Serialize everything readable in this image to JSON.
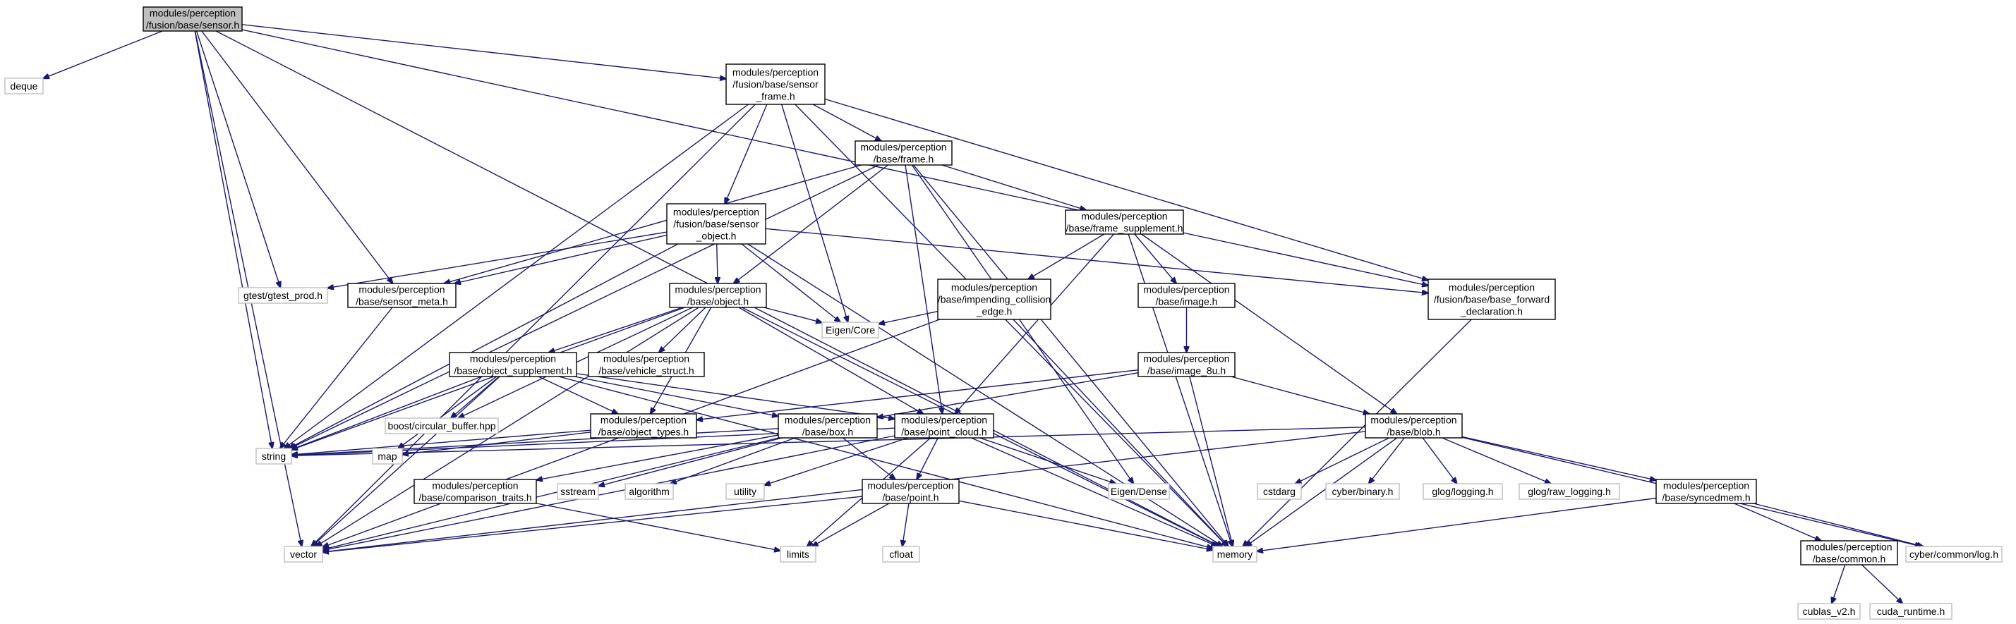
{
  "nodes": {
    "sensor_h": [
      "modules/perception",
      "/fusion/base/sensor.h"
    ],
    "deque": [
      "deque"
    ],
    "sensor_frame_h": [
      "modules/perception",
      "/fusion/base/sensor",
      "_frame.h"
    ],
    "frame_h": [
      "modules/perception",
      "/base/frame.h"
    ],
    "sensor_object_h": [
      "modules/perception",
      "/fusion/base/sensor",
      "_object.h"
    ],
    "frame_supplement_h": [
      "modules/perception",
      "/base/frame_supplement.h"
    ],
    "gtest_prod_h": [
      "gtest/gtest_prod.h"
    ],
    "sensor_meta_h": [
      "modules/perception",
      "/base/sensor_meta.h"
    ],
    "object_h": [
      "modules/perception",
      "/base/object.h"
    ],
    "impending_collision_edge_h": [
      "modules/perception",
      "/base/impending_collision",
      "_edge.h"
    ],
    "image_h": [
      "modules/perception",
      "/base/image.h"
    ],
    "base_forward_declaration_h": [
      "modules/perception",
      "/fusion/base/base_forward",
      "_declaration.h"
    ],
    "eigen_core": [
      "Eigen/Core"
    ],
    "object_supplement_h": [
      "modules/perception",
      "/base/object_supplement.h"
    ],
    "vehicle_struct_h": [
      "modules/perception",
      "/base/vehicle_struct.h"
    ],
    "image_8u_h": [
      "modules/perception",
      "/base/image_8u.h"
    ],
    "boost_circular_buffer": [
      "boost/circular_buffer.hpp"
    ],
    "object_types_h": [
      "modules/perception",
      "/base/object_types.h"
    ],
    "box_h": [
      "modules/perception",
      "/base/box.h"
    ],
    "point_cloud_h": [
      "modules/perception",
      "/base/point_cloud.h"
    ],
    "blob_h": [
      "modules/perception",
      "/base/blob.h"
    ],
    "string": [
      "string"
    ],
    "map": [
      "map"
    ],
    "comparison_traits_h": [
      "modules/perception",
      "/base/comparison_traits.h"
    ],
    "sstream": [
      "sstream"
    ],
    "algorithm": [
      "algorithm"
    ],
    "utility": [
      "utility"
    ],
    "point_h": [
      "modules/perception",
      "/base/point.h"
    ],
    "eigen_dense": [
      "Eigen/Dense"
    ],
    "cstdarg": [
      "cstdarg"
    ],
    "cyber_binary_h": [
      "cyber/binary.h"
    ],
    "glog_logging_h": [
      "glog/logging.h"
    ],
    "glog_raw_logging_h": [
      "glog/raw_logging.h"
    ],
    "syncedmem_h": [
      "modules/perception",
      "/base/syncedmem.h"
    ],
    "vector": [
      "vector"
    ],
    "limits": [
      "limits"
    ],
    "cfloat": [
      "cfloat"
    ],
    "memory": [
      "memory"
    ],
    "common_h": [
      "modules/perception",
      "/base/common.h"
    ],
    "cyber_common_log_h": [
      "cyber/common/log.h"
    ],
    "cublas_v2_h": [
      "cublas_v2.h"
    ],
    "cuda_runtime_h": [
      "cuda_runtime.h"
    ]
  },
  "edges": [
    [
      "sensor_h",
      "deque"
    ],
    [
      "sensor_h",
      "sensor_frame_h"
    ],
    [
      "sensor_h",
      "gtest_prod_h"
    ],
    [
      "sensor_h",
      "sensor_meta_h"
    ],
    [
      "sensor_h",
      "string"
    ],
    [
      "sensor_h",
      "vector"
    ],
    [
      "sensor_h",
      "memory"
    ],
    [
      "sensor_h",
      "base_forward_declaration_h"
    ],
    [
      "sensor_frame_h",
      "frame_h"
    ],
    [
      "sensor_frame_h",
      "sensor_object_h"
    ],
    [
      "sensor_frame_h",
      "eigen_core"
    ],
    [
      "sensor_frame_h",
      "base_forward_declaration_h"
    ],
    [
      "sensor_frame_h",
      "vector"
    ],
    [
      "sensor_frame_h",
      "string"
    ],
    [
      "sensor_frame_h",
      "memory"
    ],
    [
      "frame_h",
      "frame_supplement_h"
    ],
    [
      "frame_h",
      "object_h"
    ],
    [
      "frame_h",
      "sensor_meta_h"
    ],
    [
      "frame_h",
      "string"
    ],
    [
      "frame_h",
      "memory"
    ],
    [
      "frame_h",
      "eigen_dense"
    ],
    [
      "frame_h",
      "point_cloud_h"
    ],
    [
      "sensor_object_h",
      "object_h"
    ],
    [
      "sensor_object_h",
      "sensor_meta_h"
    ],
    [
      "sensor_object_h",
      "gtest_prod_h"
    ],
    [
      "sensor_object_h",
      "eigen_core"
    ],
    [
      "sensor_object_h",
      "base_forward_declaration_h"
    ],
    [
      "sensor_object_h",
      "string"
    ],
    [
      "sensor_object_h",
      "memory"
    ],
    [
      "frame_supplement_h",
      "impending_collision_edge_h"
    ],
    [
      "frame_supplement_h",
      "image_h"
    ],
    [
      "frame_supplement_h",
      "point_cloud_h"
    ],
    [
      "frame_supplement_h",
      "blob_h"
    ],
    [
      "frame_supplement_h",
      "memory"
    ],
    [
      "sensor_meta_h",
      "string"
    ],
    [
      "object_h",
      "object_supplement_h"
    ],
    [
      "object_h",
      "vehicle_struct_h"
    ],
    [
      "object_h",
      "object_types_h"
    ],
    [
      "object_h",
      "eigen_core"
    ],
    [
      "object_h",
      "boost_circular_buffer"
    ],
    [
      "object_h",
      "point_cloud_h"
    ],
    [
      "object_h",
      "string"
    ],
    [
      "object_h",
      "vector"
    ],
    [
      "object_h",
      "memory"
    ],
    [
      "impending_collision_edge_h",
      "eigen_core"
    ],
    [
      "impending_collision_edge_h",
      "vector"
    ],
    [
      "impending_collision_edge_h",
      "memory"
    ],
    [
      "image_h",
      "image_8u_h"
    ],
    [
      "base_forward_declaration_h",
      "memory"
    ],
    [
      "object_supplement_h",
      "box_h"
    ],
    [
      "object_supplement_h",
      "object_types_h"
    ],
    [
      "object_supplement_h",
      "point_cloud_h"
    ],
    [
      "object_supplement_h",
      "boost_circular_buffer"
    ],
    [
      "object_supplement_h",
      "string"
    ],
    [
      "object_supplement_h",
      "vector"
    ],
    [
      "object_supplement_h",
      "memory"
    ],
    [
      "object_supplement_h",
      "map"
    ],
    [
      "image_8u_h",
      "blob_h"
    ],
    [
      "image_8u_h",
      "box_h"
    ],
    [
      "image_8u_h",
      "memory"
    ],
    [
      "image_8u_h",
      "object_types_h"
    ],
    [
      "object_types_h",
      "string"
    ],
    [
      "object_types_h",
      "map"
    ],
    [
      "box_h",
      "point_h"
    ],
    [
      "box_h",
      "comparison_traits_h"
    ],
    [
      "box_h",
      "sstream"
    ],
    [
      "box_h",
      "algorithm"
    ],
    [
      "box_h",
      "string"
    ],
    [
      "box_h",
      "vector"
    ],
    [
      "point_cloud_h",
      "point_h"
    ],
    [
      "point_cloud_h",
      "utility"
    ],
    [
      "point_cloud_h",
      "eigen_dense"
    ],
    [
      "point_cloud_h",
      "limits"
    ],
    [
      "point_cloud_h",
      "vector"
    ],
    [
      "point_cloud_h",
      "memory"
    ],
    [
      "point_cloud_h",
      "string"
    ],
    [
      "blob_h",
      "syncedmem_h"
    ],
    [
      "blob_h",
      "cstdarg"
    ],
    [
      "blob_h",
      "cyber_binary_h"
    ],
    [
      "blob_h",
      "glog_logging_h"
    ],
    [
      "blob_h",
      "glog_raw_logging_h"
    ],
    [
      "blob_h",
      "cyber_common_log_h"
    ],
    [
      "blob_h",
      "vector"
    ],
    [
      "blob_h",
      "string"
    ],
    [
      "blob_h",
      "memory"
    ],
    [
      "comparison_traits_h",
      "limits"
    ],
    [
      "point_h",
      "cfloat"
    ],
    [
      "point_h",
      "limits"
    ],
    [
      "point_h",
      "vector"
    ],
    [
      "point_h",
      "memory"
    ],
    [
      "syncedmem_h",
      "common_h"
    ],
    [
      "syncedmem_h",
      "cyber_common_log_h"
    ],
    [
      "syncedmem_h",
      "memory"
    ],
    [
      "common_h",
      "cublas_v2_h"
    ],
    [
      "common_h",
      "cuda_runtime_h"
    ]
  ]
}
